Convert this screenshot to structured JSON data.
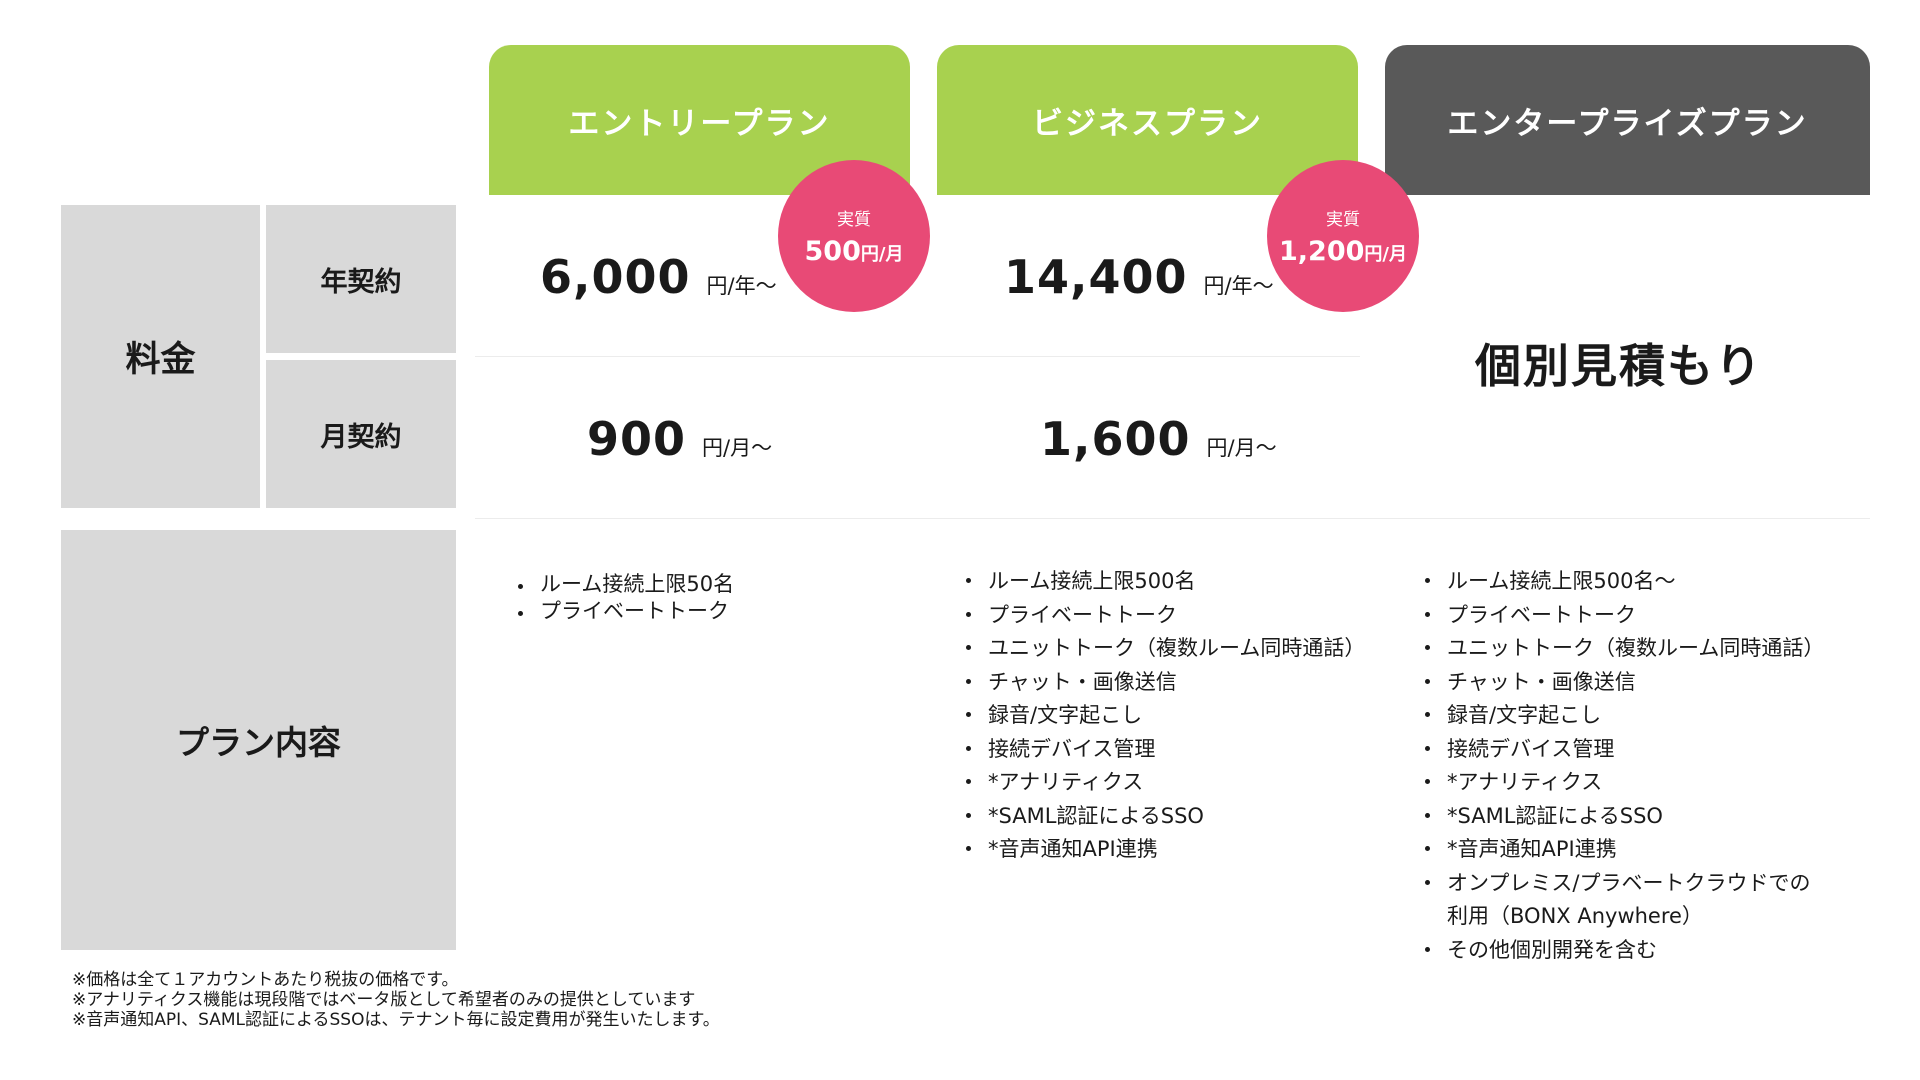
{
  "plans": {
    "entry": {
      "name": "エントリープラン",
      "annual_price": "6,000",
      "annual_unit": "円/年〜",
      "monthly_price": "900",
      "monthly_unit": "円/月〜",
      "badge_label": "実質",
      "badge_value": "500",
      "badge_unit": "円/月",
      "features": [
        "ルーム接続上限50名",
        "プライベートトーク"
      ]
    },
    "business": {
      "name": "ビジネスプラン",
      "annual_price": "14,400",
      "annual_unit": "円/年〜",
      "monthly_price": "1,600",
      "monthly_unit": "円/月〜",
      "badge_label": "実質",
      "badge_value": "1,200",
      "badge_unit": "円/月",
      "features": [
        "ルーム接続上限500名",
        "プライベートトーク",
        "ユニットトーク（複数ルーム同時通話）",
        "チャット・画像送信",
        "録音/文字起こし",
        "接続デバイス管理",
        "*アナリティクス",
        "*SAML認証によるSSO",
        "*音声通知API連携"
      ]
    },
    "enterprise": {
      "name": "エンタープライズプラン",
      "price_text": "個別見積もり",
      "features": [
        "ルーム接続上限500名〜",
        "プライベートトーク",
        "ユニットトーク（複数ルーム同時通話）",
        "チャット・画像送信",
        "録音/文字起こし",
        "接続デバイス管理",
        "*アナリティクス",
        "*SAML認証によるSSO",
        "*音声通知API連携"
      ],
      "feature_multiline_line1": "オンプレミス/プラベートクラウドでの",
      "feature_multiline_line2": "利用（BONX Anywhere）",
      "feature_last": "その他個別開発を含む"
    }
  },
  "labels": {
    "pricing": "料金",
    "annual": "年契約",
    "monthly": "月契約",
    "plan_contents": "プラン内容"
  },
  "footnotes": [
    "※価格は全て１アカウントあたり税抜の価格です。",
    "※アナリティクス機能は現段階ではベータ版として希望者のみの提供としています",
    "※音声通知API、SAML認証によるSSOは、テナント毎に設定費用が発生いたします。"
  ],
  "colors": {
    "plan_green": "#a8d14f",
    "plan_dark": "#595959",
    "badge_pink": "#e84a76",
    "label_gray": "#d9d9d9"
  }
}
